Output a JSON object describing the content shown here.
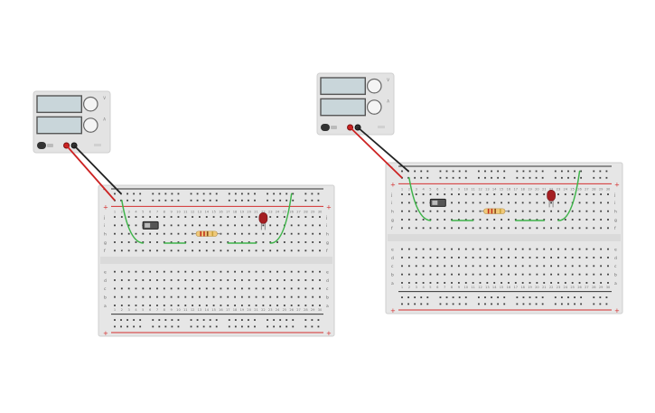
{
  "canvas": {
    "background": "#ffffff"
  },
  "colors": {
    "board": "#e6e6e6",
    "board_edge": "#cfcfcf",
    "hole": "#3c3c3c",
    "rail_red": "#d42f2f",
    "rail_black": "#333333",
    "wire_green": "#3fb34a",
    "supply_body": "#e3e3e3",
    "lcd": "#c9d6da",
    "led": "#a41e22",
    "resistor": "#f0c97a",
    "switch": "#444444",
    "lead_red": "#cc2222",
    "lead_black": "#222222"
  },
  "supplies": [
    {
      "id": "supply-1",
      "knob_label_v": "V",
      "knob_label_a": "A",
      "icon": "power-toggle"
    },
    {
      "id": "supply-2",
      "knob_label_v": "V",
      "knob_label_a": "A",
      "icon": "power-toggle"
    }
  ],
  "breadboards": [
    {
      "id": "breadboard-1",
      "columns": 30,
      "rows_top": [
        "j",
        "i",
        "h",
        "g",
        "f"
      ],
      "rows_bottom": [
        "e",
        "d",
        "c",
        "b",
        "a"
      ],
      "rail_plus": "+",
      "rail_minus": "-",
      "components": [
        "slide-switch",
        "resistor",
        "red-led",
        "green-wires"
      ]
    },
    {
      "id": "breadboard-2",
      "columns": 30,
      "rows_top": [
        "j",
        "i",
        "h",
        "g",
        "f"
      ],
      "rows_bottom": [
        "e",
        "d",
        "c",
        "b",
        "a"
      ],
      "rail_plus": "+",
      "rail_minus": "-",
      "components": [
        "slide-switch",
        "resistor",
        "red-led",
        "green-wires"
      ]
    }
  ]
}
